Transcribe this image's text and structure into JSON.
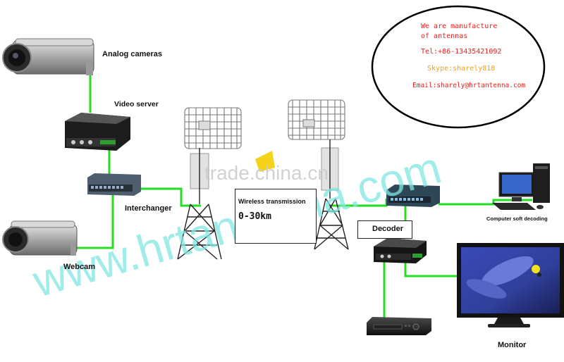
{
  "labels": {
    "analog_cameras": "Analog cameras",
    "video_server": "Video server",
    "interchanger": "Interchanger",
    "webcam": "Webcam",
    "wireless_transmission": "Wireless transmission",
    "range": "0-30km",
    "decoder": "Decoder",
    "computer": "Computer soft decoding",
    "monitor": "Monitor"
  },
  "contact": {
    "line1": "We are manufacture",
    "line2": "of  antennas",
    "tel": "Tel:+86-13435421092",
    "skype": "Skype:sharely818",
    "email": "Email:sharely@hrtantenna.com"
  },
  "watermarks": {
    "trade": "trade.china.cn",
    "site": "www.hrtantenna.com"
  },
  "colors": {
    "cable": "#22dd22",
    "contact_text": "#e8201c",
    "skype_text": "#f0a020",
    "watermark": "#7fe6e0"
  },
  "icons": [
    "analog-camera-icon",
    "video-server-icon",
    "network-switch-icon",
    "webcam-icon",
    "grid-antenna-icon",
    "lattice-tower-icon",
    "decoder-icon",
    "dvr-icon",
    "computer-icon",
    "monitor-icon"
  ]
}
